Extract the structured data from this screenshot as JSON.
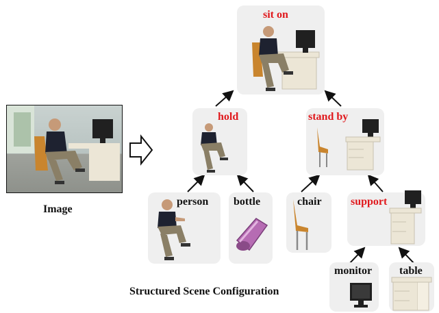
{
  "input": {
    "caption": "Image"
  },
  "caption": "Structured Scene Configuration",
  "nodes": {
    "sit_on": "sit on",
    "hold": "hold",
    "stand_by": "stand by",
    "person": "person",
    "bottle": "bottle",
    "chair": "chair",
    "support": "support",
    "monitor": "monitor",
    "table": "table"
  },
  "colors": {
    "relation_label": "#e0181c",
    "object_label": "#111111",
    "node_bg": "#efefef",
    "shirt": "#1e2230",
    "pants": "#8a7f66",
    "chair_wood": "#c9852e",
    "desk": "#ece6d6",
    "bottle": "#b66cb3",
    "monitor": "#202020"
  },
  "icons": [
    "right-arrow-icon",
    "person-icon",
    "bottle-icon",
    "chair-icon",
    "desk-icon",
    "monitor-icon"
  ]
}
